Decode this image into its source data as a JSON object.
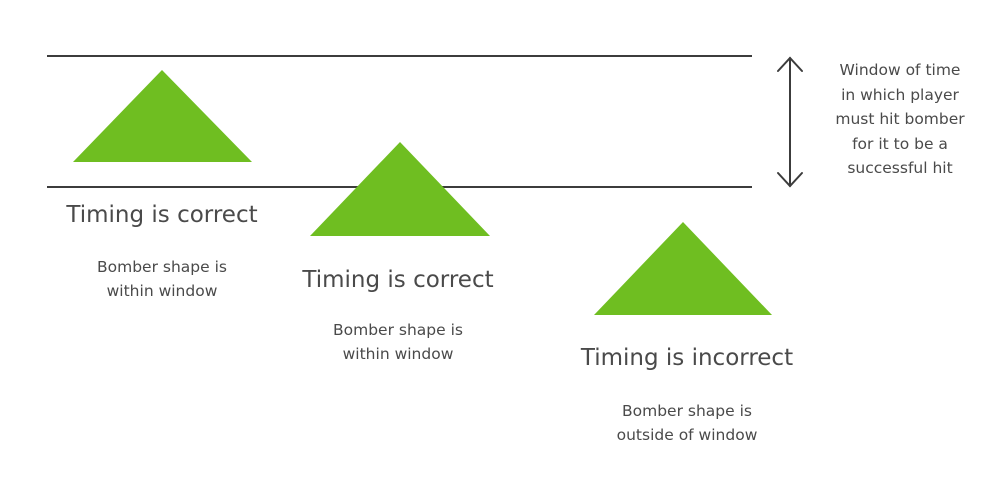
{
  "colors": {
    "bomber": "#6fbe21",
    "line": "#3c3c3c",
    "text": "#4a4a4a"
  },
  "window_note": {
    "lines": [
      "Window of time",
      "in which player",
      "must hit bomber",
      "for it to be a",
      "successful hit"
    ]
  },
  "cases": [
    {
      "heading": "Timing is correct",
      "desc_lines": [
        "Bomber shape is",
        "within window"
      ]
    },
    {
      "heading": "Timing is correct",
      "desc_lines": [
        "Bomber shape is",
        "within window"
      ]
    },
    {
      "heading": "Timing is incorrect",
      "desc_lines": [
        "Bomber shape is",
        "outside of window"
      ]
    }
  ]
}
